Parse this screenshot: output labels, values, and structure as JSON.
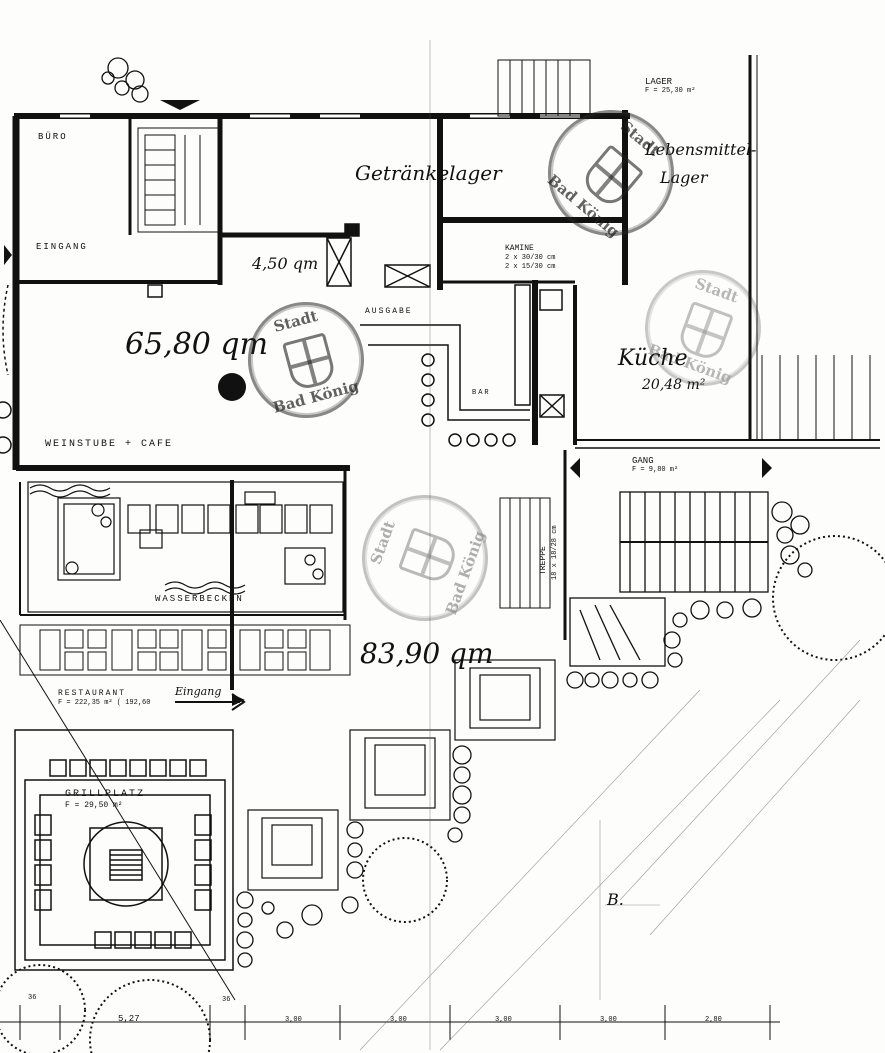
{
  "labels": {
    "buero": "BÜRO",
    "eingang_top": "EINGANG",
    "getraenkelager": "Getränkelager",
    "lager": "LAGER",
    "lager_area": "F = 25,30 m²",
    "lebensmittellager_1": "Lebensmittel-",
    "lebensmittellager_2": "Lager",
    "kamine": "KAMINE",
    "kamine_spec_1": "2 x 30/30 cm",
    "kamine_spec_2": "2 x 15/30 cm",
    "area_450": "4,50 qm",
    "ausgabe": "AUSGABE",
    "area_6580": "65,80 qm",
    "kueche": "Küche",
    "kueche_area": "20,48 m²",
    "bar": "BAR",
    "weinstube": "WEINSTUBE + CAFE",
    "gang": "GANG",
    "gang_area": "F = 9,80 m²",
    "treppe": "TREPPE",
    "treppe_spec": "18 x 18/28 cm",
    "wasserbecken": "WASSERBECKEN",
    "area_8390": "83,90 qm",
    "restaurant": "RESTAURANT",
    "restaurant_area": "F = 222,35 m² ( 192,60",
    "eingang_arrow": "Eingang",
    "grillplatz": "GRILLPLATZ",
    "grillplatz_area": "F = 29,50 m²",
    "marker_b": "B.",
    "dims": [
      "36",
      "5,27",
      "36",
      "3,00",
      "3,00",
      "3,00",
      "3,00",
      "2,80"
    ]
  },
  "stamps": [
    {
      "top": "Stadt",
      "bottom": "Bad König"
    },
    {
      "top": "Stadt",
      "bottom": "Bad König"
    },
    {
      "top": "Stadt",
      "bottom": "Bad König"
    },
    {
      "top": "Stadt",
      "bottom": "Bad König"
    }
  ],
  "colors": {
    "ink": "#111111",
    "paper": "#fdfdfb",
    "stamp": "#3a3a3a"
  }
}
